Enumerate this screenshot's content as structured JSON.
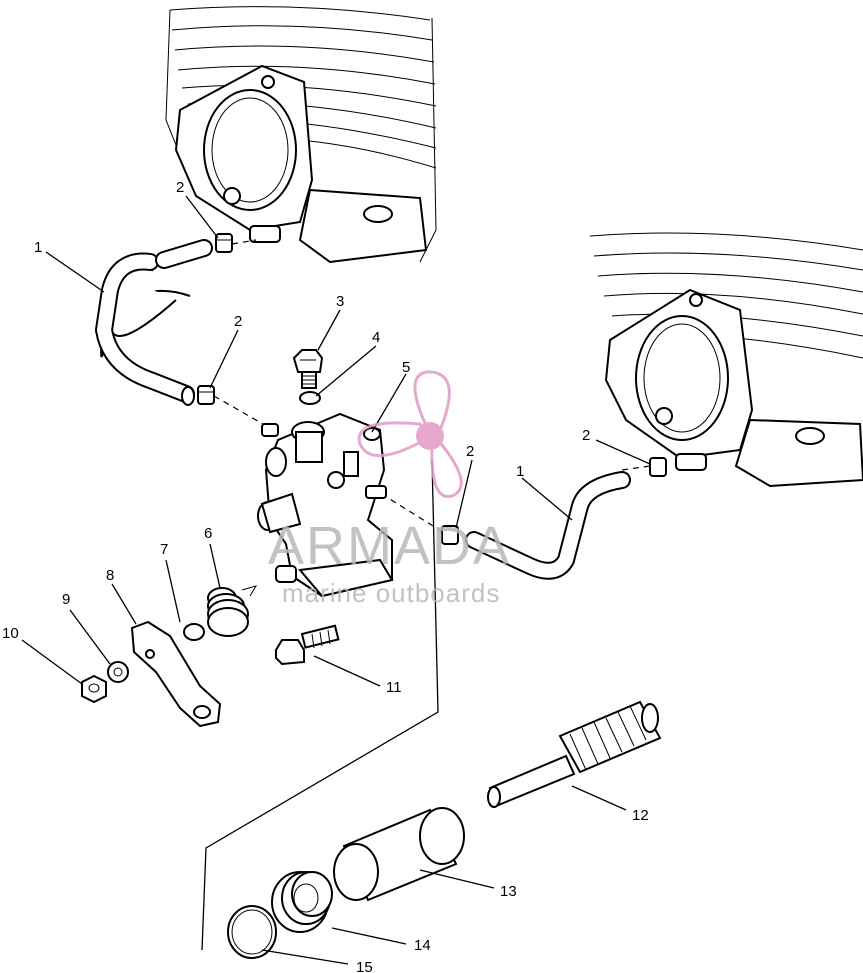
{
  "callouts": {
    "c1a": "1",
    "c2a": "2",
    "c2b": "2",
    "c3": "3",
    "c4": "4",
    "c5": "5",
    "c2c": "2",
    "c2d": "2",
    "c1b": "1",
    "c6": "6",
    "c7": "7",
    "c8": "8",
    "c9": "9",
    "c10": "10",
    "c11": "11",
    "c12": "12",
    "c13": "13",
    "c14": "14",
    "c15": "15"
  },
  "watermark": {
    "brand": "ARMADA",
    "tagline": "marine outboards",
    "logo_color": "#e39ac5"
  }
}
